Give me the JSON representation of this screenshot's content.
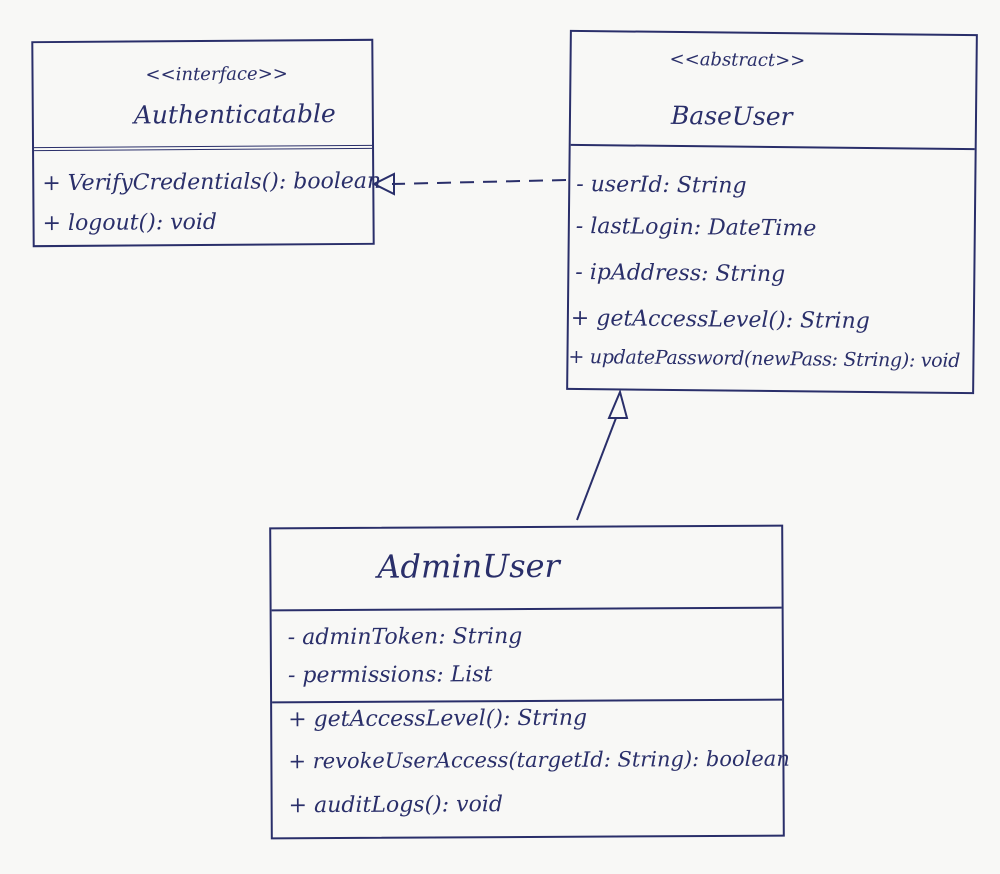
{
  "interface_box": {
    "stereotype": "<<interface>>",
    "name": "Authenticatable",
    "methods": [
      "+ VerifyCredentials(): boolean",
      "+ logout(): void"
    ]
  },
  "abstract_box": {
    "stereotype": "<<abstract>>",
    "name": "BaseUser",
    "attributes": [
      "- userId: String",
      "- lastLogin: DateTime",
      "- ipAddress: String"
    ],
    "methods": [
      "+ getAccessLevel(): String",
      "+ updatePassword(newPass: String): void"
    ]
  },
  "admin_box": {
    "name": "AdminUser",
    "attributes": [
      "- adminToken: String",
      "- permissions: List"
    ],
    "methods": [
      "+ getAccessLevel(): String",
      "+ revokeUserAccess(targetId: String): boolean",
      "+ auditLogs(): void"
    ]
  },
  "colors": {
    "ink": "#2a2f6a",
    "paper": "#f8f8f6"
  }
}
